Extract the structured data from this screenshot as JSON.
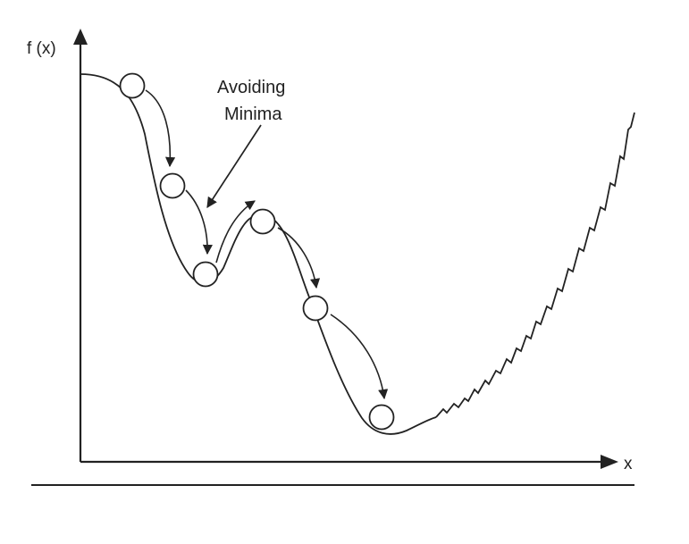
{
  "diagram": {
    "y_axis_label": "f (x)",
    "x_axis_label": "x",
    "annotation": [
      "Avoiding",
      "Minima"
    ],
    "colors": {
      "ink": "#222222",
      "background": "#ffffff"
    }
  }
}
